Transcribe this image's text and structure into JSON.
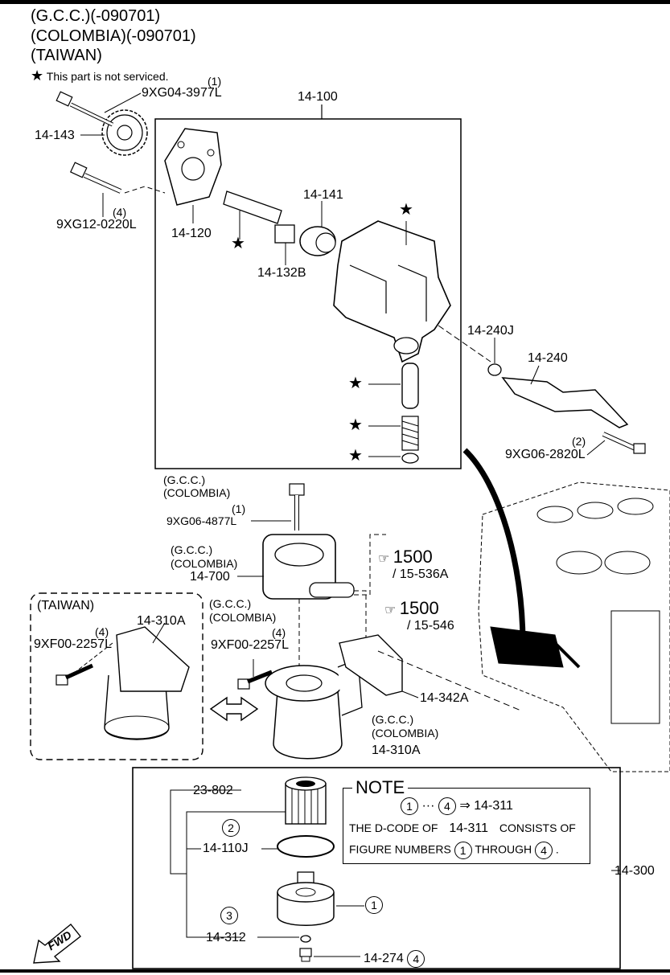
{
  "header": {
    "line1": "(G.C.C.)(-090701)",
    "line2": "(COLOMBIA)(-090701)",
    "line3": "(TAIWAN)",
    "legend_star": "★",
    "legend_text": "This part is not serviced."
  },
  "labels": {
    "p9xg04": "9XG04-3977L",
    "p9xg04_qty": "(1)",
    "p14_143": "14-143",
    "p14_100": "14-100",
    "p9xg12": "9XG12-0220L",
    "p9xg12_qty": "(4)",
    "p14_120": "14-120",
    "p14_141": "14-141",
    "p14_132b": "14-132B",
    "p14_240j": "14-240J",
    "p14_240": "14-240",
    "p9xg06_2820": "9XG06-2820L",
    "p9xg06_2820_qty": "(2)",
    "gcc_colombia_a1": "(G.C.C.)",
    "gcc_colombia_a2": "(COLOMBIA)",
    "p9xg06_4877": "9XG06-4877L",
    "p9xg06_4877_qty": "(1)",
    "gcc_colombia_b1": "(G.C.C.)",
    "gcc_colombia_b2": "(COLOMBIA)",
    "p14_700": "14-700",
    "ref1_num": "1500",
    "ref1_sub": "/ 15-536A",
    "ref2_num": "1500",
    "ref2_sub": "/ 15-546",
    "taiwan": "(TAIWAN)",
    "p14_310a_t": "14-310A",
    "p9xf00_t": "9XF00-2257L",
    "p9xf00_t_qty": "(4)",
    "gcc_colombia_c1": "(G.C.C.)",
    "gcc_colombia_c2": "(COLOMBIA)",
    "p9xf00_g": "9XF00-2257L",
    "p9xf00_g_qty": "(4)",
    "p14_342a": "14-342A",
    "gcc_colombia_d1": "(G.C.C.)",
    "gcc_colombia_d2": "(COLOMBIA)",
    "p14_310a_g": "14-310A",
    "p23_802": "23-802",
    "p14_110j": "14-110J",
    "p14_312": "14-312",
    "p14_274": "14-274",
    "p14_300": "14-300",
    "fwd": "FWD",
    "star": "★"
  },
  "note": {
    "title": "NOTE",
    "range_from": "1",
    "range_dots": "···",
    "range_to": "4",
    "range_arrow": "⇒",
    "range_code": "14-311",
    "line2_a": "THE D-CODE OF",
    "line2_code": "14-311",
    "line2_b": "CONSISTS OF",
    "line3_a": "FIGURE NUMBERS",
    "line3_n1": "1",
    "line3_b": "THROUGH",
    "line3_n2": "4",
    "line3_end": "."
  },
  "figure_numbers": {
    "f1": "1",
    "f2": "2",
    "f3": "3",
    "f4": "4"
  }
}
